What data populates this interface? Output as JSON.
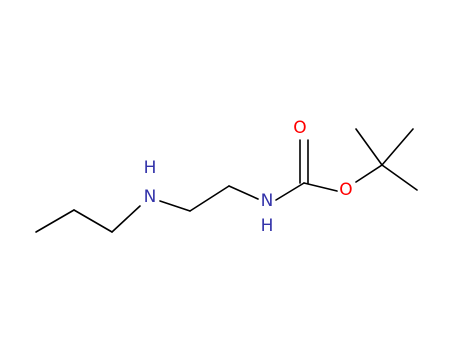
{
  "molecule": {
    "colors": {
      "bond": "#000000",
      "nitrogen": "#3333aa",
      "oxygen": "#ff0000",
      "background": "#ffffff"
    },
    "atoms": {
      "n_amine_label": "N",
      "n_amine_h_label": "H",
      "n_carbamate_label": "N",
      "n_carbamate_h_label": "H",
      "o_carbonyl_label": "O",
      "o_ester_label": "O"
    }
  }
}
